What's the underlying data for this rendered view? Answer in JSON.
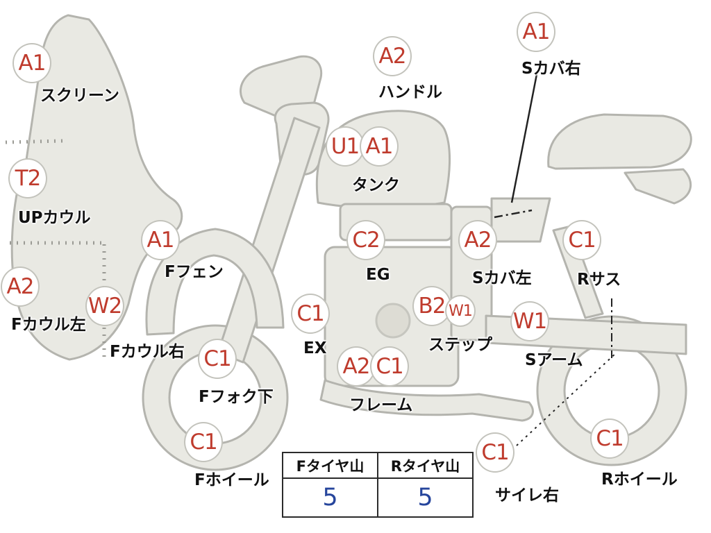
{
  "diagram_title": "motorcycle-condition-diagram",
  "markers": [
    {
      "codes": [
        "A1"
      ],
      "label": "スクリーン"
    },
    {
      "codes": [
        "T2"
      ],
      "label": "UPカウル"
    },
    {
      "codes": [
        "A2"
      ],
      "label": "Fカウル左"
    },
    {
      "codes": [
        "W2"
      ],
      "label": "Fカウル右"
    },
    {
      "codes": [
        "A1"
      ],
      "label": "Fフェン"
    },
    {
      "codes": [
        "C1"
      ],
      "label": "Fフォク下"
    },
    {
      "codes": [
        "C1"
      ],
      "label": "Fホイール"
    },
    {
      "codes": [
        "A2"
      ],
      "label": "ハンドル"
    },
    {
      "codes": [
        "U1",
        "A1"
      ],
      "label": "タンク"
    },
    {
      "codes": [
        "C2"
      ],
      "label": "EG"
    },
    {
      "codes": [
        "C1"
      ],
      "label": "EX"
    },
    {
      "codes": [
        "A2",
        "C1"
      ],
      "label": "フレーム"
    },
    {
      "codes": [
        "B2",
        "W1"
      ],
      "label": "ステップ"
    },
    {
      "codes": [
        "A2"
      ],
      "label": "Sカバ左"
    },
    {
      "codes": [
        "A1"
      ],
      "label": "Sカバ右"
    },
    {
      "codes": [
        "C1"
      ],
      "label": "Rサス"
    },
    {
      "codes": [
        "W1"
      ],
      "label": "Sアーム"
    },
    {
      "codes": [
        "C1"
      ],
      "label": "サイレ右"
    },
    {
      "codes": [
        "C1"
      ],
      "label": "Rホイール"
    }
  ],
  "tire_table": {
    "headers": [
      "Fタイヤ山",
      "Rタイヤ山"
    ],
    "values": [
      "5",
      "5"
    ]
  },
  "colors": {
    "code_red": "#bf3b2d",
    "label_black": "#111111",
    "value_blue": "#26459c",
    "bike_fill": "#e9e9e3",
    "bike_stroke": "#b4b4ae"
  }
}
